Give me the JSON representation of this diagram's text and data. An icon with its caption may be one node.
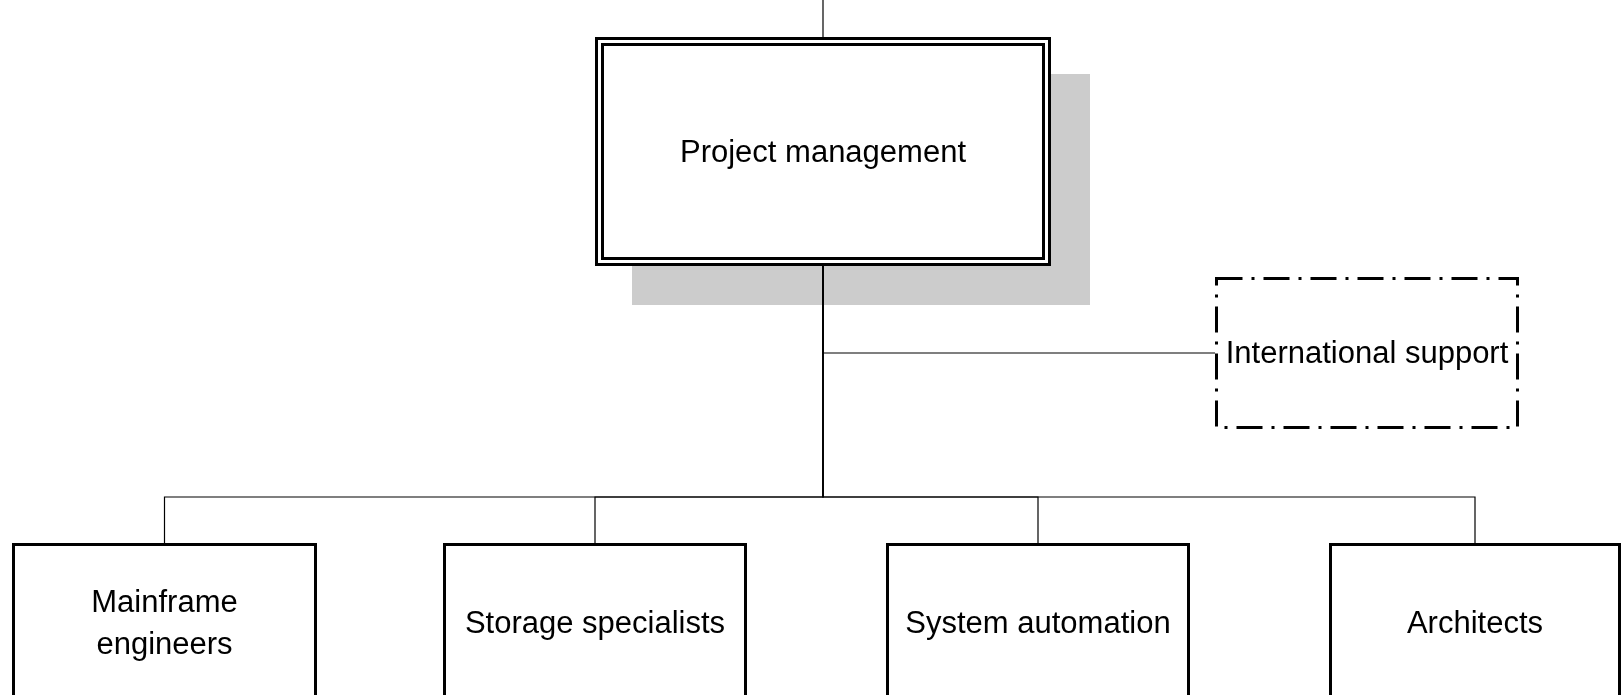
{
  "diagram": {
    "nodes": [
      {
        "text": [
          "Project management"
        ]
      },
      {
        "text": [
          "International support"
        ]
      },
      {
        "text": [
          "Mainframe engineers"
        ]
      },
      {
        "text": [
          "Storage specialists"
        ]
      },
      {
        "text": [
          "System automation"
        ]
      },
      {
        "text": [
          "Architects"
        ]
      }
    ],
    "edges": [
      {
        "from": null,
        "to": 0,
        "arrow": "none"
      },
      {
        "from": 0,
        "to": 1,
        "arrow": "none"
      },
      {
        "from": 0,
        "to": 2,
        "arrow": "none"
      },
      {
        "from": 0,
        "to": 3,
        "arrow": "none"
      },
      {
        "from": 0,
        "to": 4,
        "arrow": "none"
      },
      {
        "from": 0,
        "to": 5,
        "arrow": "none"
      }
    ]
  }
}
